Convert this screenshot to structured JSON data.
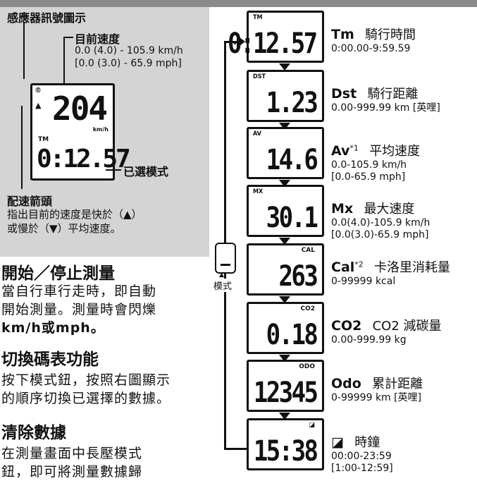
{
  "left": {
    "sensor_label": "感應器訊號圖示",
    "current_speed_title": "目前速度",
    "current_speed_range1": "0.0 (4.0) - 105.9 km/h",
    "current_speed_range2": "[0.0 (3.0) - 65.9 mph]",
    "display_speed": "204",
    "display_unit": "km/h",
    "display_tm_tag": "TM",
    "display_time": "0:12.57",
    "selected_mode": "已選模式",
    "pace_title": "配速箭頭",
    "pace_desc1": "指出目前的速度是快於（▲）",
    "pace_desc2": "或慢於（▼）平均速度。"
  },
  "sections": [
    {
      "heading": "開始／停止測量",
      "lines": [
        "當自行車行走時，即自動",
        "開始測量。測量時會閃爍",
        "km/h或mph。"
      ]
    },
    {
      "heading": "切換碼表功能",
      "lines": [
        "按下模式鈕，按照右圖顯示",
        "的順序切換已選擇的數據。"
      ]
    },
    {
      "heading": "清除數據",
      "lines": [
        "在測量畫面中長壓模式",
        "鈕，即可將測量數據歸"
      ]
    }
  ],
  "mode_button_label": "模式",
  "modes": [
    {
      "tag": "TM",
      "display": "0:12.57",
      "name": "Tm",
      "sup": "",
      "cn": "騎行時間",
      "range": [
        "0:00.00-9:59.59"
      ]
    },
    {
      "tag": "DST",
      "display": "1.23",
      "name": "Dst",
      "sup": "",
      "cn": "騎行距離",
      "range": [
        "0.00-999.99 km [英哩]"
      ]
    },
    {
      "tag": "AV",
      "display": "14.6",
      "name": "Av",
      "sup": "*1",
      "cn": "平均速度",
      "range": [
        "0.0-105.9 km/h",
        "[0.0-65.9 mph]"
      ]
    },
    {
      "tag": "MX",
      "display": "30.1",
      "name": "Mx",
      "sup": "",
      "cn": "最大速度",
      "range": [
        "0.0(4.0)-105.9 km/h",
        "[0.0(3.0)-65.9 mph]"
      ]
    },
    {
      "tag": "CAL",
      "display": "263",
      "name": "Cal",
      "sup": "*2",
      "cn": "卡洛里消耗量",
      "range": [
        "0-99999 kcal"
      ]
    },
    {
      "tag": "CO2",
      "display": "0.18",
      "name": "CO2",
      "sup": "",
      "cn": "CO2 減碳量",
      "range": [
        "0.00-999.99 kg"
      ]
    },
    {
      "tag": "ODO",
      "display": "12345",
      "name": "Odo",
      "sup": "",
      "cn": "累計距離",
      "range": [
        "0-99999 km [英哩]"
      ]
    },
    {
      "tag": "",
      "display": "15:38",
      "name": "",
      "sup": "",
      "cn": "時鐘",
      "range": [
        "00:00-23:59",
        "[1:00-12:59]"
      ]
    }
  ]
}
